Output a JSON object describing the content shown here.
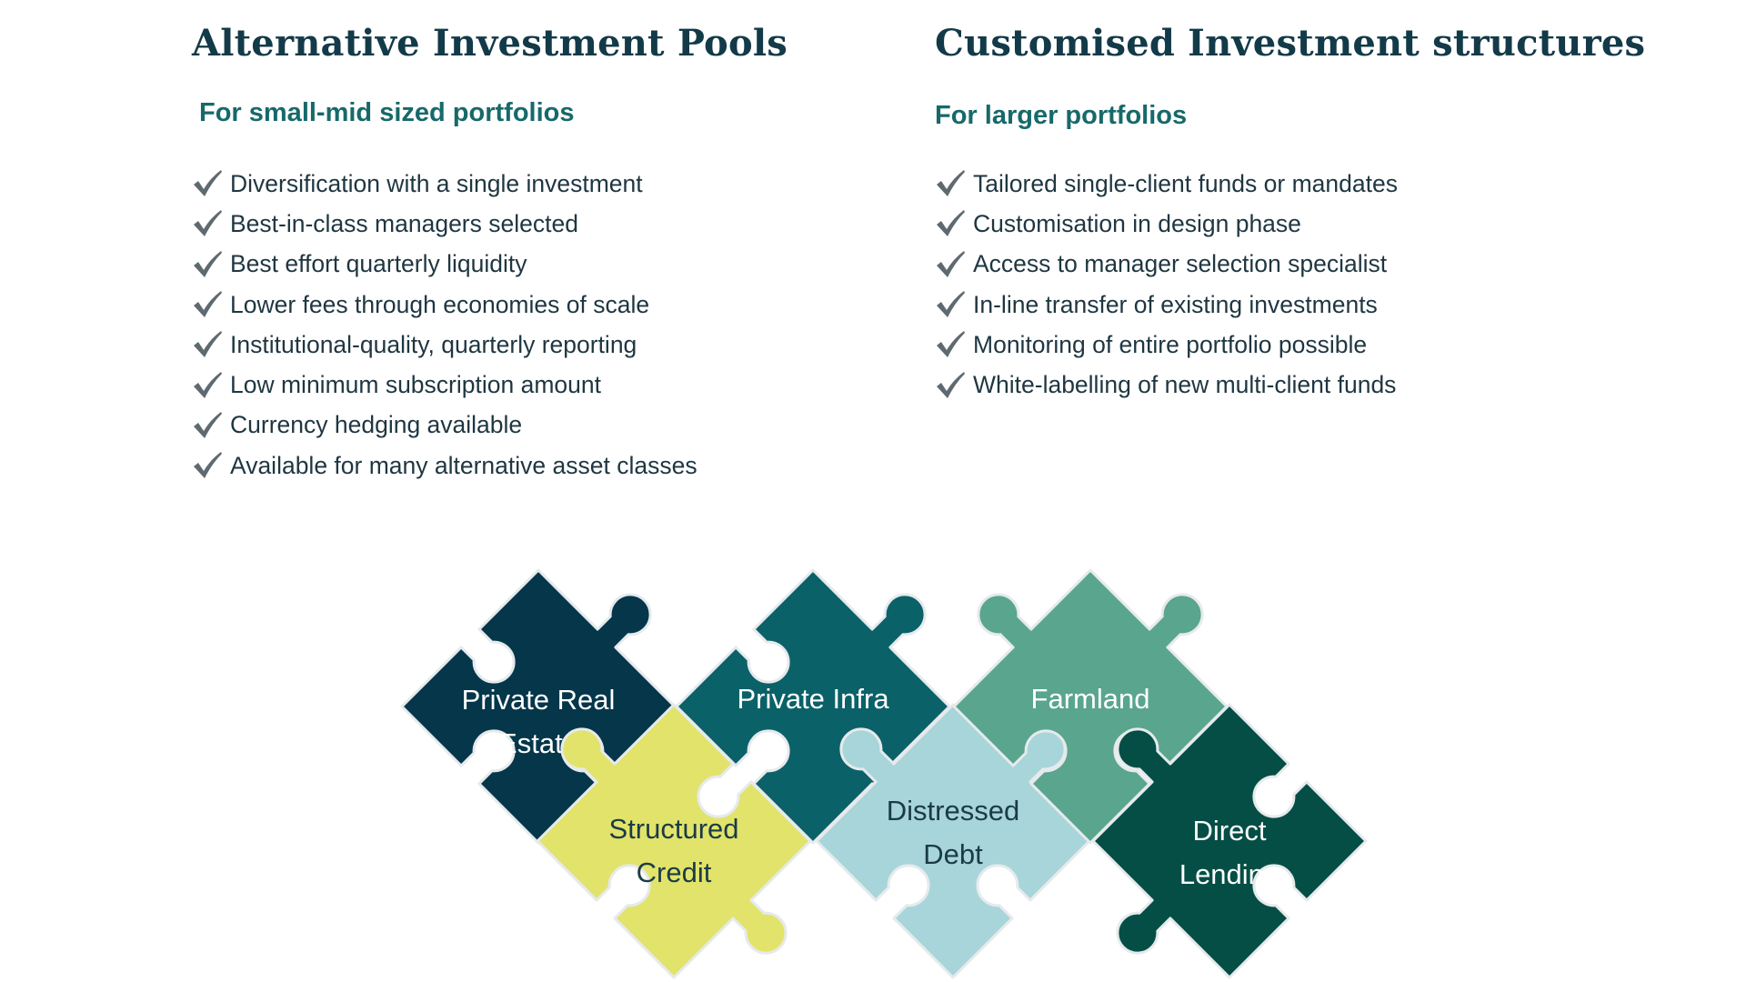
{
  "left": {
    "title": "Alternative Investment Pools",
    "subtitle": "For small-mid sized portfolios",
    "items": [
      "Diversification with a single investment",
      "Best-in-class managers selected",
      "Best effort quarterly liquidity",
      "Lower fees through economies of scale",
      "Institutional-quality, quarterly reporting",
      "Low minimum subscription amount",
      "Currency hedging available",
      "Available for many alternative asset classes"
    ]
  },
  "right": {
    "title": "Customised Investment structures",
    "subtitle": "For larger portfolios",
    "items": [
      "Tailored single-client funds or mandates",
      "Customisation in design phase",
      "Access to manager selection specialist",
      "In-line transfer of existing investments",
      "Monitoring of entire portfolio possible",
      "White-labelling of new multi-client funds"
    ]
  },
  "icons": {
    "bullet": "checkmark-icon"
  },
  "puzzle": [
    {
      "lines": [
        "Private Real",
        "Estate"
      ],
      "color": "#05364a",
      "text_color": "#ffffff"
    },
    {
      "lines": [
        "Structured",
        "Credit"
      ],
      "color": "#e2e36a",
      "text_color": "#1b3b47"
    },
    {
      "lines": [
        "Private Infra"
      ],
      "color": "#0b6168",
      "text_color": "#ffffff"
    },
    {
      "lines": [
        "Distressed",
        "Debt"
      ],
      "color": "#a7d5da",
      "text_color": "#1b3b47"
    },
    {
      "lines": [
        "Farmland"
      ],
      "color": "#5aa58d",
      "text_color": "#ffffff"
    },
    {
      "lines": [
        "Direct",
        "Lending"
      ],
      "color": "#044e45",
      "text_color": "#ffffff"
    }
  ]
}
